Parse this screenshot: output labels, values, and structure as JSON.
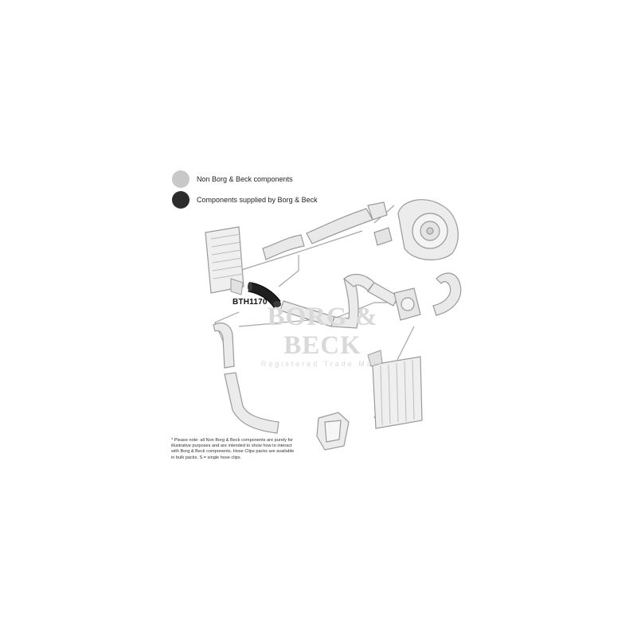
{
  "legend": {
    "items": [
      {
        "label": "Non Borg & Beck components",
        "color": "#c8c8c8"
      },
      {
        "label": "Components supplied by Borg & Beck",
        "color": "#2c2c2c"
      }
    ]
  },
  "part_number": "BTH1170",
  "watermark": {
    "brand": "BORG & BECK",
    "tagline": "Registered Trade Mark"
  },
  "footnote": "* Please note: all Non Borg & Beck components are purely for illustrative purposes and are intended to show how to interact with Borg & Beck components. Hose Clips packs are available in bulk packs, S = single hose clips.",
  "colors": {
    "line_art": "#9a9a9a",
    "component_fill": "#eeeeee",
    "highlight": "#1f1f1f"
  }
}
